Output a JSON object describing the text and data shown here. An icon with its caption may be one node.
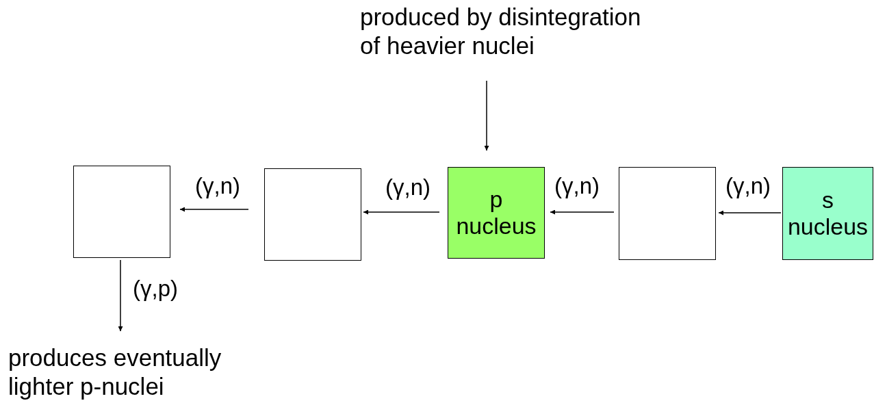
{
  "diagram": {
    "nodes": [
      {
        "text": [
          "produced by disintegration of heavier nuclei"
        ]
      },
      {
        "text": [],
        "shape": "box"
      },
      {
        "text": [],
        "shape": "box"
      },
      {
        "text": [
          "p nucleus"
        ]
      },
      {
        "text": [],
        "shape": "box"
      },
      {
        "text": [
          "s nucleus"
        ]
      },
      {
        "text": [
          "produces eventually lighter p-nuclei"
        ]
      }
    ],
    "edges": [
      {
        "from": 0,
        "to": 3,
        "arrow": "to"
      },
      {
        "from": 5,
        "to": 4,
        "arrow": "to",
        "label": "(γ,n)"
      },
      {
        "from": 4,
        "to": 3,
        "arrow": "to",
        "label": "(γ,n)"
      },
      {
        "from": 3,
        "to": 2,
        "arrow": "to",
        "label": "(γ,n)"
      },
      {
        "from": 2,
        "to": 1,
        "arrow": "to",
        "label": "(γ,n)"
      },
      {
        "from": 1,
        "to": 6,
        "arrow": "to",
        "label": "(γ,p)"
      }
    ]
  }
}
